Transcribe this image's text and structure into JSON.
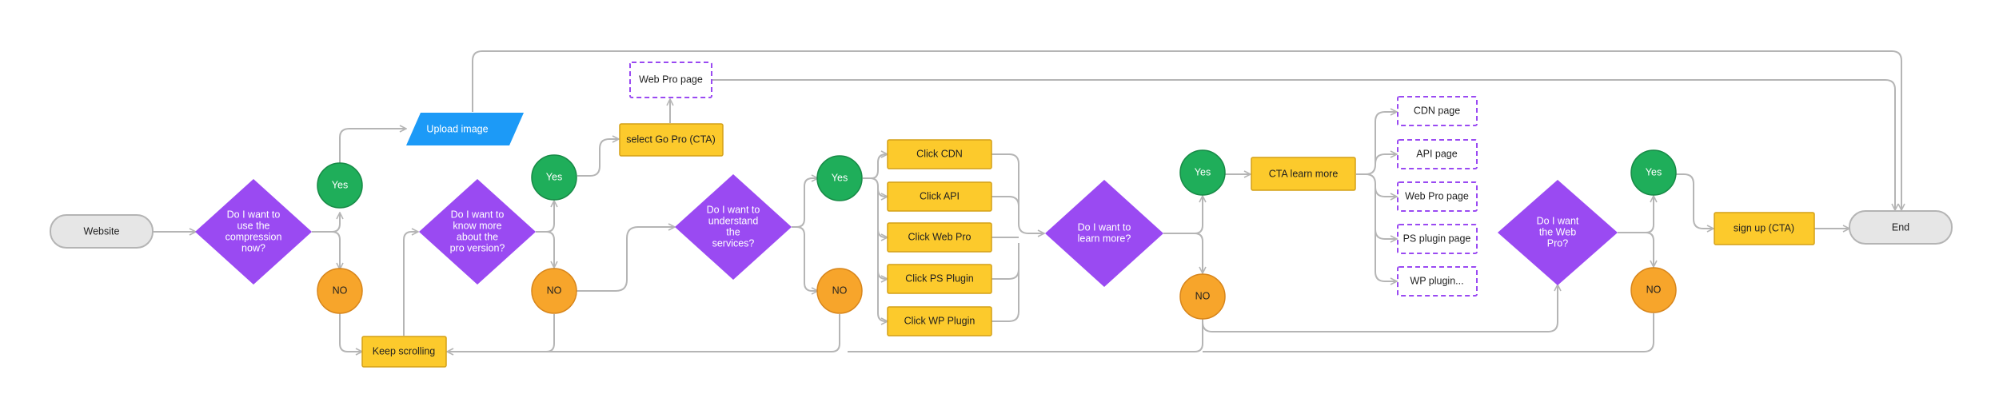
{
  "colors": {
    "terminal_fill": "#e6e6e6",
    "terminal_stroke": "#b4b4b4",
    "decision": "#9a4af2",
    "yes": "#1fae5a",
    "no": "#f7a52b",
    "process": "#fcca2c",
    "process_stroke": "#d4a016",
    "io": "#1c9af7",
    "page_border": "#9a4af2",
    "connector": "#b5b5b5"
  },
  "nodes": {
    "start": {
      "label": "Website",
      "shape": "terminal"
    },
    "end": {
      "label": "End",
      "shape": "terminal"
    },
    "q_compress": {
      "label": [
        "Do I want to",
        "use the",
        "compression",
        "now?"
      ],
      "shape": "decision"
    },
    "q_pro": {
      "label": [
        "Do I want to",
        "know more",
        "about the",
        "pro version?"
      ],
      "shape": "decision"
    },
    "q_services": {
      "label": [
        "Do I want to",
        "understand",
        "the",
        "services?"
      ],
      "shape": "decision"
    },
    "q_learn": {
      "label": [
        "Do I want to",
        "learn more?"
      ],
      "shape": "decision"
    },
    "q_webpro": {
      "label": [
        "Do I want",
        "the Web",
        "Pro?"
      ],
      "shape": "decision"
    },
    "yes1": {
      "label": "Yes",
      "shape": "yes"
    },
    "no1": {
      "label": "NO",
      "shape": "no"
    },
    "yes2": {
      "label": "Yes",
      "shape": "yes"
    },
    "no2": {
      "label": "NO",
      "shape": "no"
    },
    "yes3": {
      "label": "Yes",
      "shape": "yes"
    },
    "no3": {
      "label": "NO",
      "shape": "no"
    },
    "yes4": {
      "label": "Yes",
      "shape": "yes"
    },
    "no4": {
      "label": "NO",
      "shape": "no"
    },
    "yes5": {
      "label": "Yes",
      "shape": "yes"
    },
    "no5": {
      "label": "NO",
      "shape": "no"
    },
    "upload": {
      "label": "Upload image",
      "shape": "io"
    },
    "keep_scrolling": {
      "label": "Keep scrolling",
      "shape": "process"
    },
    "go_pro": {
      "label": "select Go Pro (CTA)",
      "shape": "process"
    },
    "web_pro_page_top": {
      "label": "Web Pro page",
      "shape": "page"
    },
    "click_cdn": {
      "label": "Click CDN",
      "shape": "process"
    },
    "click_api": {
      "label": "Click API",
      "shape": "process"
    },
    "click_webpro": {
      "label": "Click Web Pro",
      "shape": "process"
    },
    "click_ps": {
      "label": "Click PS Plugin",
      "shape": "process"
    },
    "click_wp": {
      "label": "Click WP Plugin",
      "shape": "process"
    },
    "cta_learn": {
      "label": "CTA  learn more",
      "shape": "process"
    },
    "cdn_page": {
      "label": "CDN page",
      "shape": "page"
    },
    "api_page": {
      "label": "API page",
      "shape": "page"
    },
    "webpro_page": {
      "label": "Web Pro page",
      "shape": "page"
    },
    "ps_page": {
      "label": "PS plugin page",
      "shape": "page"
    },
    "wp_page": {
      "label": "WP plugin...",
      "shape": "page"
    },
    "signup": {
      "label": "sign up (CTA)",
      "shape": "process"
    }
  }
}
